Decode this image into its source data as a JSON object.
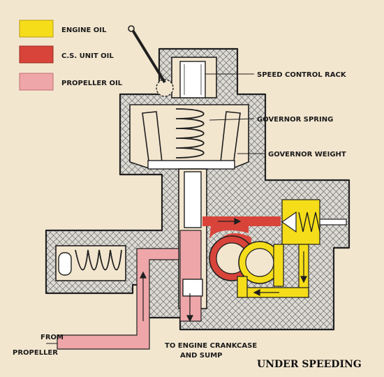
{
  "legend": [
    {
      "label": "ENGINE OIL",
      "color": "#f5dd1a"
    },
    {
      "label": "C.S. UNIT OIL",
      "color": "#d8443a"
    },
    {
      "label": "PROPELLER OIL",
      "color": "#eea6a8"
    }
  ],
  "labels": {
    "speed_control_rack": "SPEED CONTROL RACK",
    "governor_spring": "GOVERNOR SPRING",
    "governor_weight": "GOVERNOR WEIGHT",
    "from": "FROM",
    "propeller": "PROPELLER",
    "to_engine_line1": "TO ENGINE CRANKCASE",
    "to_engine_line2": "AND SUMP"
  },
  "caption": "UNDER SPEEDING",
  "colors": {
    "background": "#f3e6cf",
    "housing": "#d8d6d0",
    "outline": "#1f1f1f",
    "engine_oil": "#f5dd1a",
    "cs_unit_oil": "#d8443a",
    "propeller_oil": "#eea6a8"
  }
}
